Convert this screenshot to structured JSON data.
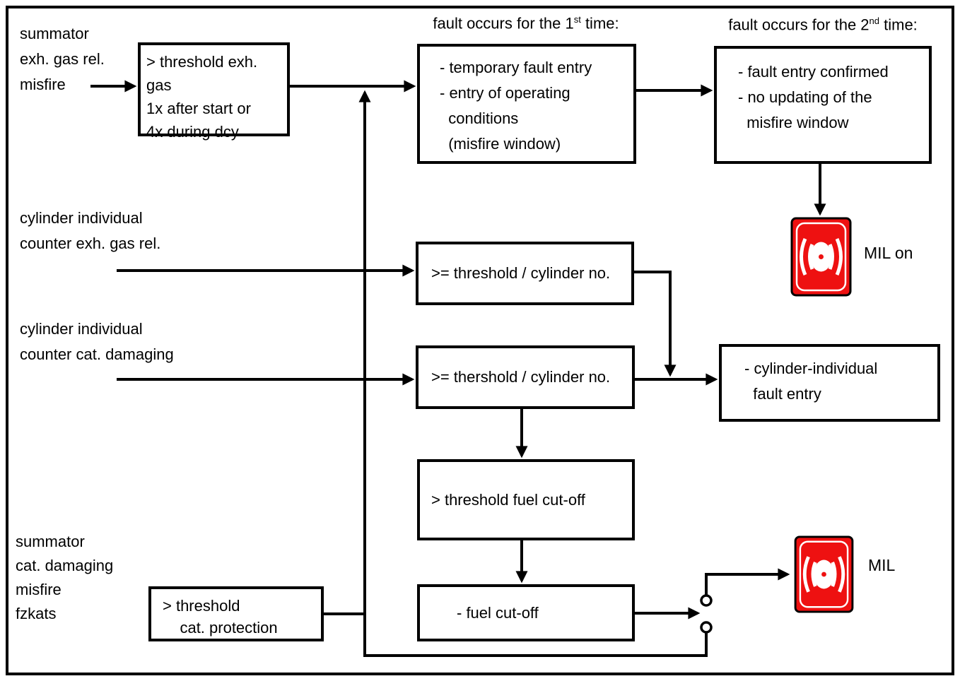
{
  "diagram": {
    "inputs": {
      "summator_misfire": "summator\nexh. gas rel.\nmisfire",
      "cylinder_counter_exh": "cylinder individual\ncounter exh. gas rel.",
      "cylinder_counter_cat": "cylinder individual\ncounter cat. damaging",
      "summator_cat": "summator\ncat. damaging\nmisfire\nfzkats"
    },
    "headers": {
      "first_time": {
        "prefix": "fault occurs for the 1",
        "sup": "st",
        "suffix": " time:"
      },
      "second_time": {
        "prefix": "fault occurs for the 2",
        "sup": "nd",
        "suffix": " time:"
      }
    },
    "boxes": {
      "threshold_exh_gas": "> threshold exh. gas\n1x after start or\n4x during dcy",
      "temporary_fault": "- temporary fault entry\n- entry of operating\n  conditions\n  (misfire window)",
      "fault_confirmed": "- fault entry confirmed\n- no updating of the\n  misfire window",
      "threshold_cyl_exh": ">= threshold / cylinder no.",
      "threshold_cyl_cat": ">= thershold / cylinder no.",
      "cyl_fault_entry": "- cylinder-individual\n  fault entry",
      "threshold_fuel_cutoff": "> threshold fuel cut-off",
      "fuel_cutoff": "- fuel cut-off",
      "threshold_cat_protection": "> threshold\n    cat. protection"
    },
    "lamps": {
      "mil_on": {
        "label": "MIL on"
      },
      "mil": {
        "label": "MIL"
      }
    },
    "colors": {
      "lamp_red": "#ee1111",
      "line_black": "#000000"
    }
  }
}
